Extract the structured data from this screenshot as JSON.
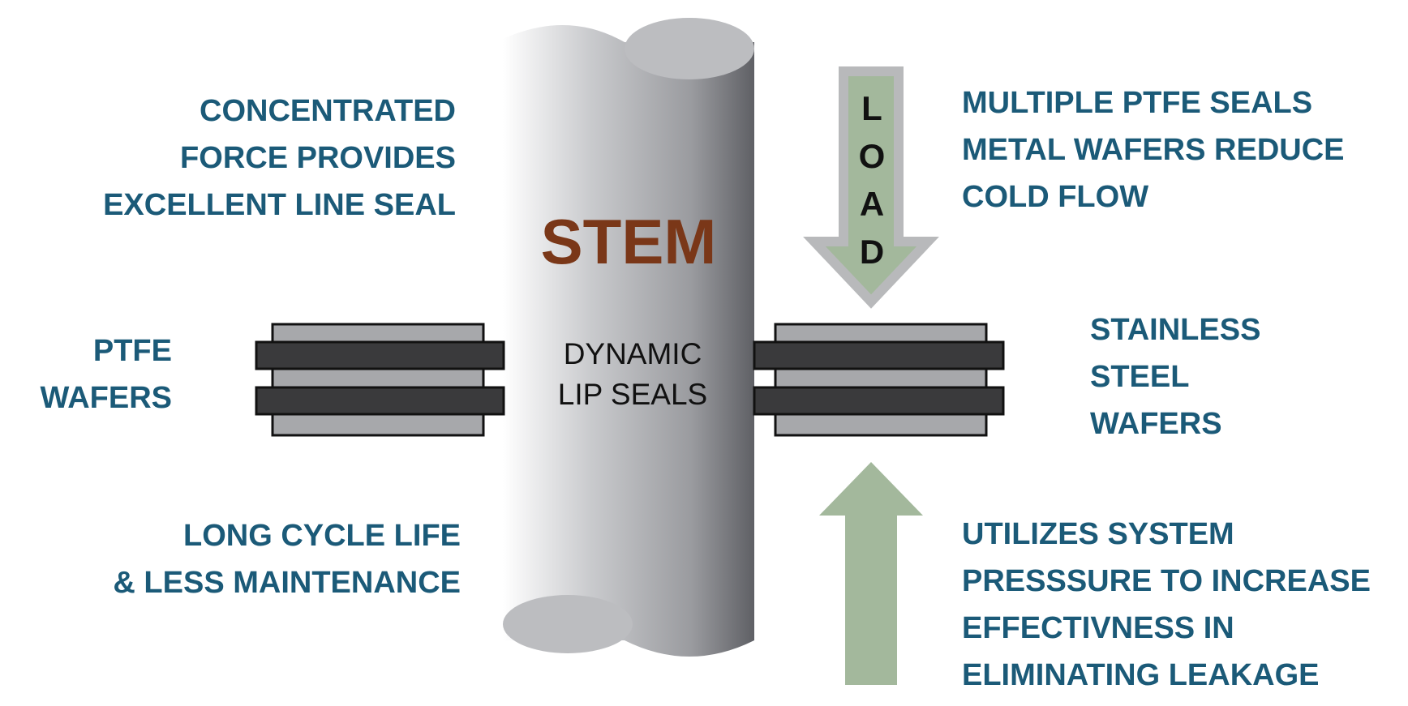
{
  "colors": {
    "text_blue": "#1b5a78",
    "stem_brown": "#7a3718",
    "stem_dark": "#5f6065",
    "stem_light": "#ffffff",
    "stem_cap": "#bcbdc0",
    "ptfe_wafer": "#3a3a3c",
    "steel_wafer": "#a7a8ab",
    "arrow_green": "#a3b89c",
    "arrow_border": "#b8b9bb",
    "outline": "#111111"
  },
  "stem": {
    "title": "STEM",
    "seal_label_lines": [
      "DYNAMIC",
      "LIP SEALS"
    ]
  },
  "load_arrow": {
    "letters": [
      "L",
      "O",
      "A",
      "D"
    ]
  },
  "callouts": {
    "top_left": [
      "CONCENTRATED",
      "FORCE PROVIDES",
      "EXCELLENT LINE SEAL"
    ],
    "mid_left": [
      "PTFE",
      "WAFERS"
    ],
    "bottom_left": [
      "LONG CYCLE LIFE",
      "& LESS MAINTENANCE"
    ],
    "top_right": [
      "MULTIPLE PTFE SEALS",
      "METAL WAFERS REDUCE",
      "COLD FLOW"
    ],
    "mid_right": [
      "STAINLESS",
      "STEEL",
      "WAFERS"
    ],
    "bottom_right": [
      "UTILIZES SYSTEM",
      "PRESSSURE TO INCREASE",
      "EFFECTIVNESS IN",
      "ELIMINATING LEAKAGE"
    ]
  }
}
